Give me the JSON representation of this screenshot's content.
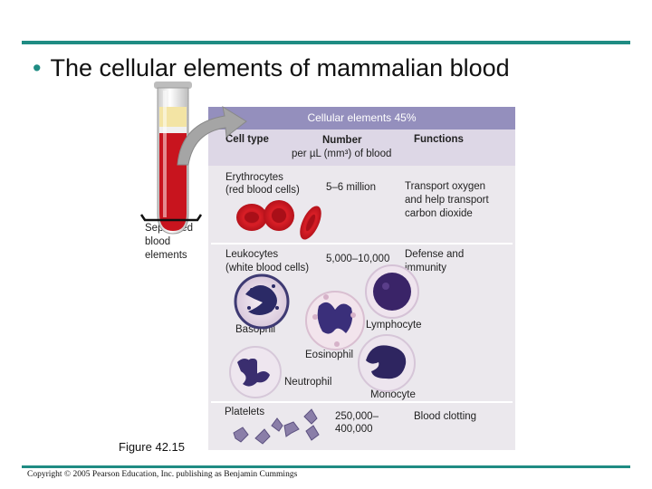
{
  "slide": {
    "title": "The cellular elements of mammalian blood",
    "figure_label": "Figure 42.15",
    "copyright": "Copyright © 2005 Pearson Education, Inc. publishing as Benjamin Cummings"
  },
  "tube": {
    "label_line1": "Separated",
    "label_line2": "blood",
    "label_line3": "elements"
  },
  "table": {
    "header": "Cellular elements 45%",
    "col_cell_type": "Cell type",
    "col_number_1": "Number",
    "col_number_2": "per µL (mm³) of blood",
    "col_functions": "Functions",
    "rows": [
      {
        "type_line1": "Erythrocytes",
        "type_line2": "(red blood cells)",
        "number": "5–6 million",
        "function_line1": "Transport oxygen",
        "function_line2": "and help transport",
        "function_line3": "carbon dioxide"
      },
      {
        "type_line1": "Leukocytes",
        "type_line2": "(white blood cells)",
        "number": "5,000–10,000",
        "function_line1": "Defense and",
        "function_line2": "immunity"
      },
      {
        "type_line1": "Platelets",
        "number_line1": "250,000–",
        "number_line2": "400,000",
        "function_line1": "Blood clotting"
      }
    ],
    "leukocyte_labels": {
      "basophil": "Basophil",
      "lymphocyte": "Lymphocyte",
      "eosinophil": "Eosinophil",
      "neutrophil": "Neutrophil",
      "monocyte": "Monocyte"
    }
  },
  "colors": {
    "accent_rule": "#1f8c83",
    "panel_header": "#948fbd",
    "panel_bg": "#ebe8ed",
    "blood_red": "#c8141e"
  }
}
